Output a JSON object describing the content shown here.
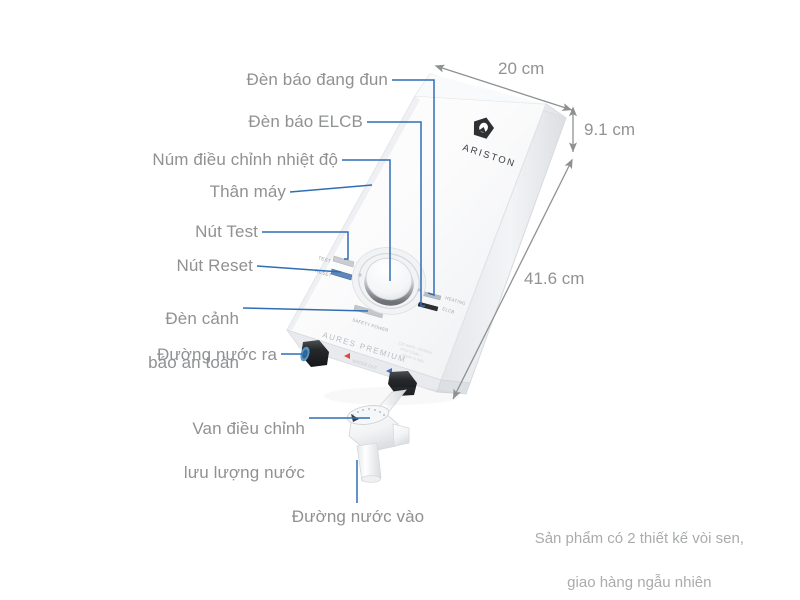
{
  "diagram": {
    "title": "Ariston Aures Premium instant water heater annotated diagram",
    "background_color": "#ffffff",
    "label_color": "#8f9193",
    "leader_color": "#2f6eb5",
    "dimension_color": "#909294"
  },
  "callouts": [
    {
      "id": "heating-indicator",
      "text": "Đèn báo đang đun",
      "lines": [
        "Đèn báo đang đun"
      ]
    },
    {
      "id": "elcb-indicator",
      "text": "Đèn báo ELCB",
      "lines": [
        "Đèn báo ELCB"
      ]
    },
    {
      "id": "temp-knob",
      "text": "Núm điều chỉnh nhiệt độ",
      "lines": [
        "Núm điều chỉnh nhiệt độ"
      ]
    },
    {
      "id": "body",
      "text": "Thân máy",
      "lines": [
        "Thân máy"
      ]
    },
    {
      "id": "test-button",
      "text": "Nút Test",
      "lines": [
        "Nút Test"
      ]
    },
    {
      "id": "reset-button",
      "text": "Nút Reset",
      "lines": [
        "Nút Reset"
      ]
    },
    {
      "id": "safety-lamp",
      "text": "Đèn cảnh báo an toàn",
      "lines": [
        "Đèn cảnh",
        "báo an toàn"
      ]
    },
    {
      "id": "water-outlet",
      "text": "Đường nước ra",
      "lines": [
        "Đường nước ra"
      ]
    },
    {
      "id": "flow-valve",
      "text": "Van điều chỉnh lưu lượng nước",
      "lines": [
        "Van điều chỉnh",
        "lưu lượng nước"
      ]
    },
    {
      "id": "water-inlet",
      "text": "Đường nước vào",
      "lines": [
        "Đường nước vào"
      ]
    }
  ],
  "dimensions": {
    "width": "20 cm",
    "depth": "9.1 cm",
    "height": "41.6 cm"
  },
  "product": {
    "brand": "ARISTON",
    "model": "AURES PREMIUM",
    "panel": {
      "test_label": "TEST",
      "reset_label": "RESET",
      "heating_label": "HEATING",
      "elcb_label": "ELCB",
      "safety_label": "SAFETY POWER"
    }
  },
  "footnote": {
    "lines": [
      "Sản phẩm có 2 thiết kế vòi sen,",
      "giao hàng ngẫu nhiên"
    ]
  }
}
